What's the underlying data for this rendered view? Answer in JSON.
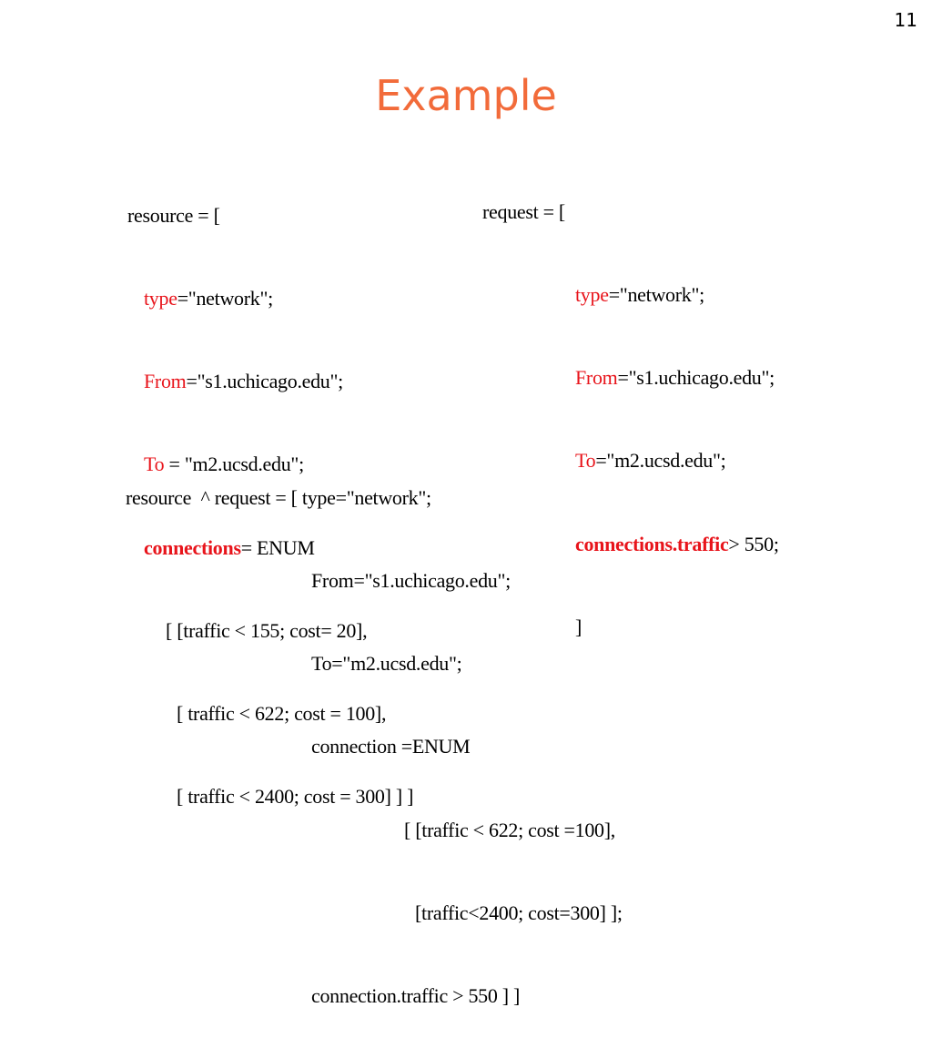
{
  "slide": {
    "number": "11",
    "title": "Example"
  },
  "resource_block": {
    "open": "resource = [",
    "type_key": "type",
    "type_val": "=\"network\";",
    "from_key": "From",
    "from_val": "=\"s1.uchicago.edu\";",
    "to_key": "To",
    "to_val": " = \"m2.ucsd.edu\";",
    "conn_key": "connections",
    "conn_val": "= ENUM",
    "enum_line1": "[ [traffic < 155; cost= 20],",
    "enum_line2": "[ traffic < 622; cost = 100],",
    "enum_line3": "[ traffic < 2400; cost = 300] ] ]"
  },
  "request_block": {
    "open": "request = [",
    "type_key": "type",
    "type_val": "=\"network\";",
    "from_key": "From",
    "from_val": "=\"s1.uchicago.edu\";",
    "to_key": "To",
    "to_val": "=\"m2.ucsd.edu\";",
    "conn_key": "connections.traffic",
    "conn_val": "> 550;",
    "close": "]"
  },
  "result_block": {
    "line1_prefix": "resource  ^ request = [ ",
    "line1_rest": "type=\"network\";",
    "line2": "From=\"s1.uchicago.edu\";",
    "line3": "To=\"m2.ucsd.edu\";",
    "line4": "connection =ENUM",
    "line5": "[ [traffic < 622; cost =100],",
    "line6": "[traffic<2400; cost=300] ];",
    "line7": "connection.traffic > 550 ] ]"
  },
  "colors": {
    "title": "#f26b3a",
    "keyword": "#e8141b",
    "text": "#000000"
  }
}
